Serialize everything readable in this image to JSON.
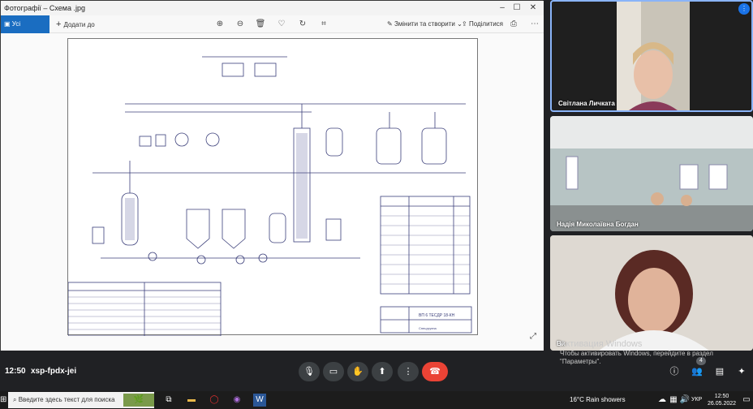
{
  "photos": {
    "title": "Фотографії – Схема .jpg",
    "all_photos": "Усі фотографії",
    "add_to": "Додати до",
    "edit_create": "Змінити та створити",
    "share": "Поділитися",
    "controls": {
      "minimize": "–",
      "maximize": "☐",
      "close": "✕"
    }
  },
  "drawing": {
    "stamp": "ВП 6 ТЕСДР 18-КН",
    "stamp_sub": "Спецгруппа"
  },
  "participants": [
    {
      "name": "Світлана Личката"
    },
    {
      "name": "Надія Миколаївна Богдан"
    },
    {
      "name": "Ви"
    }
  ],
  "meet": {
    "time": "12:50",
    "code": "xsp-fpdx-jei",
    "participants_count": "4"
  },
  "activation": {
    "title": "Активация Windows",
    "line1": "Чтобы активировать Windows, перейдите в раздел",
    "line2": "\"Параметры\"."
  },
  "taskbar": {
    "search_placeholder": "Введите здесь текст для поиска",
    "weather": "16°C  Rain showers",
    "lang": "УКР",
    "clock_time": "12:50",
    "clock_date": "26.05.2022"
  }
}
